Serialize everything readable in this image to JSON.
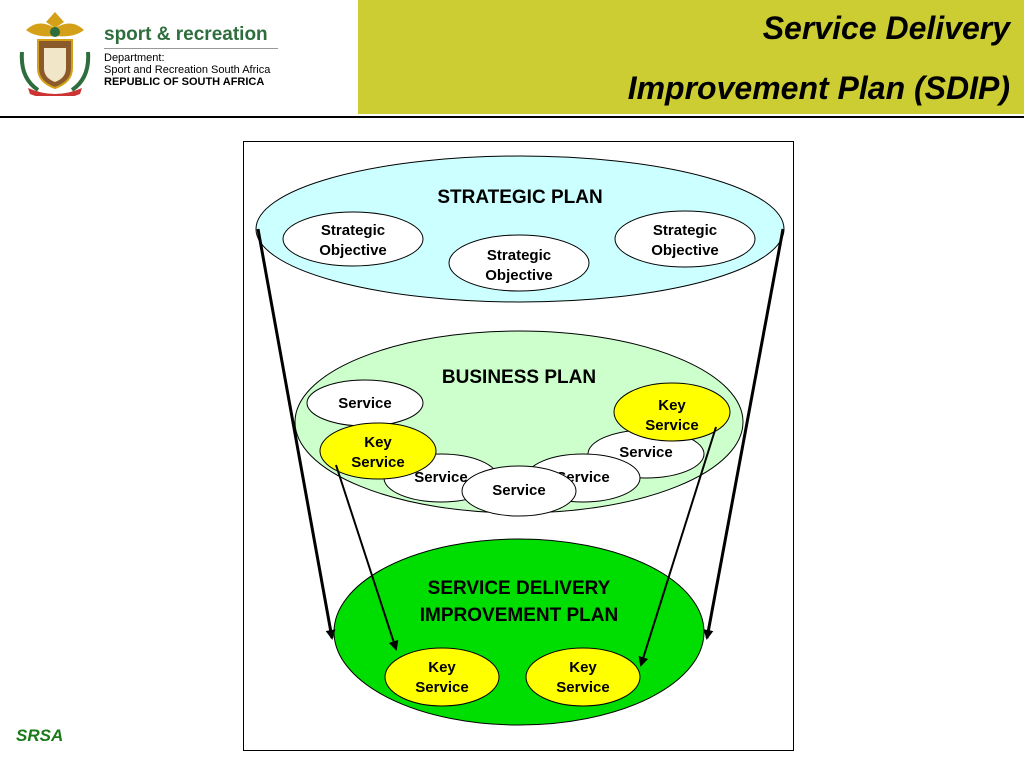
{
  "header": {
    "title_line1": "Service Delivery",
    "title_line2": "Improvement Plan (SDIP)",
    "dept_name": "sport & recreation",
    "dept_label": "Department:",
    "dept_full": "Sport and Recreation South Africa",
    "country": "REPUBLIC OF SOUTH AFRICA"
  },
  "footer": {
    "label": "SRSA"
  },
  "diagram": {
    "strategic": {
      "title": "STRATEGIC PLAN",
      "objectives": [
        [
          "Strategic",
          "Objective"
        ],
        [
          "Strategic",
          "Objective"
        ],
        [
          "Strategic",
          "Objective"
        ]
      ]
    },
    "business": {
      "title": "BUSINESS PLAN",
      "services": [
        "Service",
        "Service",
        "Service",
        "Service",
        "Service"
      ],
      "key_services": [
        [
          "Key",
          "Service"
        ],
        [
          "Key",
          "Service"
        ]
      ]
    },
    "sdip": {
      "title_line1": "SERVICE DELIVERY",
      "title_line2": "IMPROVEMENT PLAN",
      "key_services": [
        [
          "Key",
          "Service"
        ],
        [
          "Key",
          "Service"
        ]
      ]
    },
    "colors": {
      "strategic_fill": "#ccffff",
      "business_fill": "#ccffcc",
      "sdip_fill": "#00dd00",
      "key_fill": "#ffff00",
      "service_fill": "#ffffff",
      "header_bar": "#cccc33",
      "brand_green": "#2e6d3d"
    }
  }
}
